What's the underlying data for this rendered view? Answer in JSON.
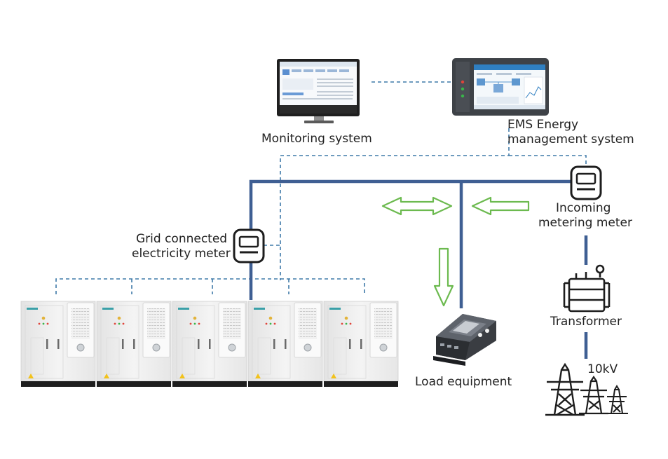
{
  "labels": {
    "monitoring": "Monitoring system",
    "ems_line1": "EMS Energy",
    "ems_line2": "management system",
    "incoming_line1": "Incoming",
    "incoming_line2": "metering meter",
    "grid_line1": "Grid connected",
    "grid_line2": "electricity meter",
    "transformer": "Transformer",
    "voltage": "10kV",
    "load": "Load equipment"
  },
  "colors": {
    "bus_line": "#3f5f93",
    "control_dashed": "#3f7aa8",
    "flow_arrow": "#6cba4f",
    "cabinet_body": "#ededed",
    "cabinet_base": "#1e1e1e",
    "text": "#222222"
  },
  "icons": {
    "monitor": "monitor-icon",
    "ems": "ems-panel-icon",
    "meter": "meter-icon",
    "transformer": "transformer-icon",
    "tower": "transmission-tower-icon",
    "cabinet": "storage-cabinet-icon",
    "load": "load-equipment-icon"
  }
}
